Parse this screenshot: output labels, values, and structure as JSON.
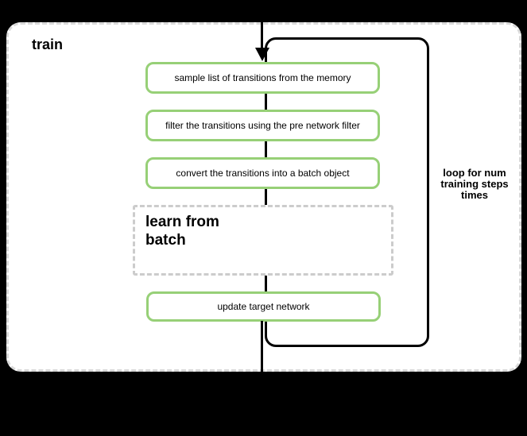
{
  "train_group": {
    "title": "train",
    "steps": [
      "sample list of transitions from the memory",
      "filter the transitions using the pre network filter",
      "convert the transitions into a batch object"
    ],
    "sub_process_label": "learn from batch",
    "final_step": "update target network",
    "loop_annotation": {
      "line1": "loop for num",
      "line2": "training steps",
      "line3": "times"
    },
    "colors": {
      "background": "#000000",
      "surface": "#FFFFFF",
      "step_border": "#97D077",
      "group_border": "#D9D9D9",
      "sub_process_border": "#CCCCCC",
      "flow_line": "#000000",
      "text": "#000000"
    }
  }
}
